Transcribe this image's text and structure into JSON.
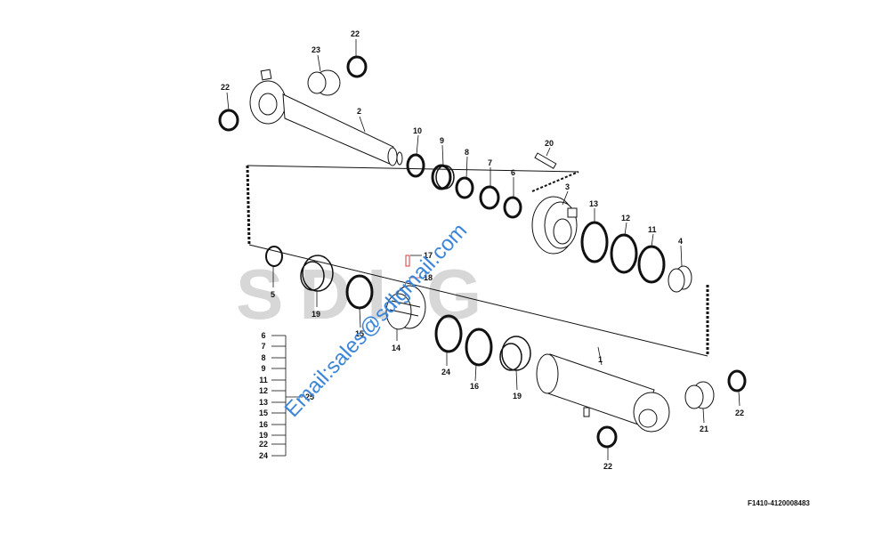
{
  "watermark": "SDLG",
  "email": "Email:sales@sdlgmail.com",
  "figure_ref": "F1410-4120008483",
  "callouts": [
    "22",
    "23",
    "22",
    "2",
    "10",
    "9",
    "8",
    "7",
    "6",
    "20",
    "3",
    "13",
    "12",
    "11",
    "4",
    "5",
    "19",
    "15",
    "14",
    "17",
    "18",
    "24",
    "16",
    "19",
    "1",
    "21",
    "22",
    "22"
  ],
  "kit_list": [
    "6",
    "7",
    "8",
    "9",
    "11",
    "12",
    "13",
    "15",
    "16",
    "19",
    "22",
    "24"
  ],
  "kit_label": "25",
  "colors": {
    "line": "#111111",
    "watermark": "#d7d7d7",
    "email": "#3b86d8",
    "redline": "#d33c3c"
  }
}
